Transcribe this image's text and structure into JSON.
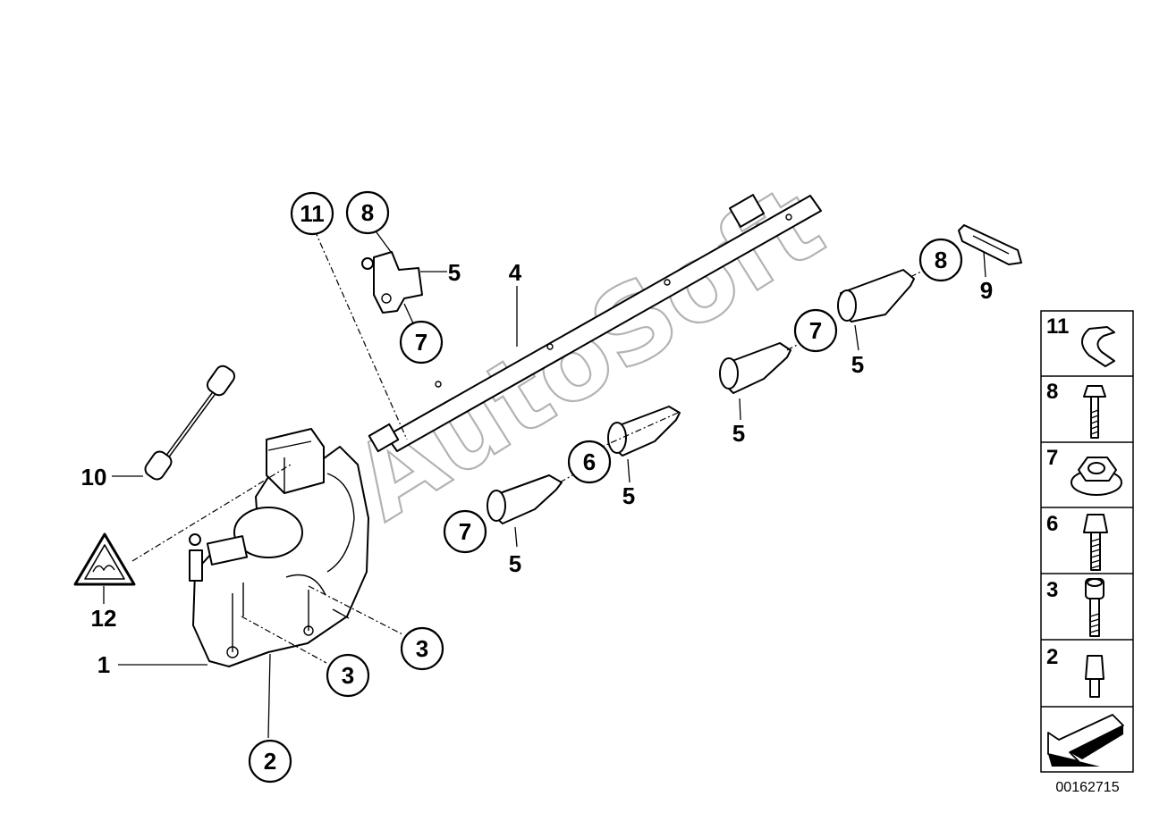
{
  "watermark": "AutoSoft",
  "image_number": "00162715",
  "callouts": {
    "c11": "11",
    "c8a": "8",
    "c7a": "7",
    "c6": "6",
    "c7b": "7",
    "c7c": "7",
    "c8b": "8",
    "c3a": "3",
    "c3b": "3",
    "c2": "2"
  },
  "labels": {
    "l5a": "5",
    "l4": "4",
    "l9": "9",
    "l5b": "5",
    "l5c": "5",
    "l5d": "5",
    "l5e": "5",
    "l10": "10",
    "l12": "12",
    "l1": "1"
  },
  "legend": [
    "11",
    "8",
    "7",
    "6",
    "3",
    "2"
  ]
}
